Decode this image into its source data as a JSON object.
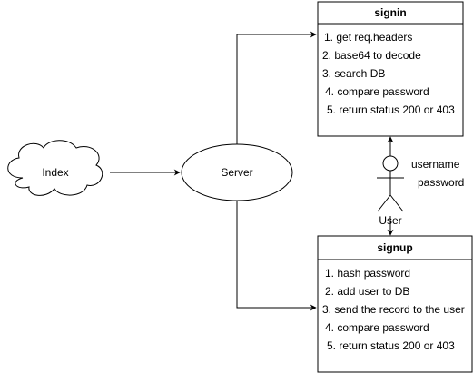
{
  "colors": {
    "stroke": "#000000",
    "background": "#ffffff",
    "text": "#000000"
  },
  "index": {
    "label": "Index",
    "shape": "cloud"
  },
  "server": {
    "label": "Server",
    "shape": "ellipse"
  },
  "signin": {
    "title": "signin",
    "items": [
      "1. get req.headers",
      "2. base64 to decode",
      "3. search DB",
      "4. compare password",
      "5. return status 200 or 403"
    ]
  },
  "signup": {
    "title": "signup",
    "items": [
      "1. hash password",
      "2. add user to DB",
      "3. send the record to the user",
      "4. compare password",
      "5. return status 200 or 403"
    ]
  },
  "user": {
    "label": "User",
    "icon": "actor-icon",
    "credentials": [
      "username",
      "password"
    ]
  }
}
